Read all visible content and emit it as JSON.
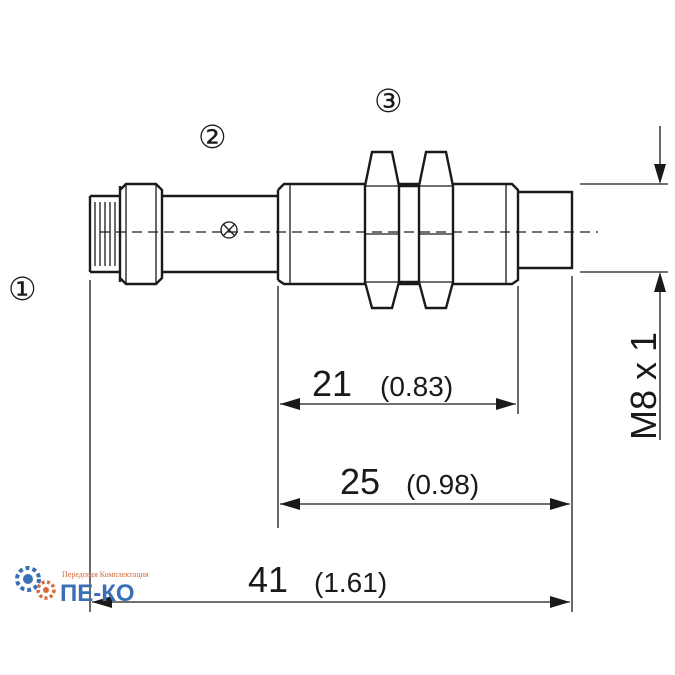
{
  "callouts": {
    "c1": "①",
    "c2": "②",
    "c3": "③"
  },
  "dimensions": {
    "d21": {
      "value": "21",
      "inch": "(0.83)"
    },
    "d25": {
      "value": "25",
      "inch": "(0.98)"
    },
    "d41": {
      "value": "41",
      "inch": "(1.61)"
    },
    "thread": "M8 x 1"
  },
  "watermark": {
    "name": "ПЕ-КО",
    "tagline": "Передовая Комплектация"
  },
  "colors": {
    "line": "#1a1a1a",
    "logo_blue": "#3a6fb6",
    "logo_orange": "#d86a3a"
  }
}
